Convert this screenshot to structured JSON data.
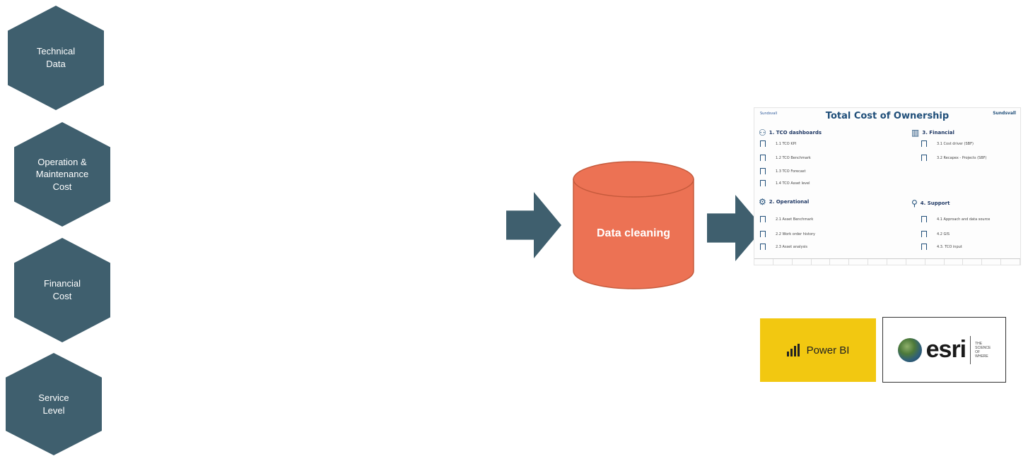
{
  "inputs": [
    {
      "label": "Technical\nData"
    },
    {
      "label": "Operation &\nMaintenance\nCost"
    },
    {
      "label": "Financial\nCost"
    },
    {
      "label": "Service\nLevel"
    }
  ],
  "process": {
    "label": "Data cleaning"
  },
  "dashboard": {
    "brand": "Sundsvall",
    "title": "Total Cost of Ownership",
    "logo": "Sundsvall",
    "sections": [
      {
        "title": "1. TCO dashboards",
        "icon": "people-icon",
        "items": [
          "1.1 TCO KPI",
          "1.2 TCO Benchmark",
          "1.3 TCO Forecast",
          "1.4 TCO Asset level"
        ]
      },
      {
        "title": "3. Financial",
        "icon": "chart-icon",
        "items": [
          "3.1 Cost driver (SBF)",
          "3.2 Recapex - Projects (SBF)"
        ]
      },
      {
        "title": "2. Operational",
        "icon": "gear-icon",
        "items": [
          "2.1 Asset Benchmark",
          "2.2 Work order history",
          "2.3 Asset analysis"
        ]
      },
      {
        "title": "4. Support",
        "icon": "search-icon",
        "items": [
          "4.1 Approach and data source",
          "4.2 GIS",
          "4.3. TCO input"
        ]
      }
    ]
  },
  "tools": {
    "powerbi": {
      "label": "Power BI",
      "color": "#f2c811"
    },
    "esri": {
      "label": "esri",
      "tagline": "THE\nSCIENCE\nOF\nWHERE"
    }
  },
  "colors": {
    "shape": "#3f5f6e",
    "cylinder": "#ec7254",
    "cylinder_edge": "#c55a3c"
  }
}
